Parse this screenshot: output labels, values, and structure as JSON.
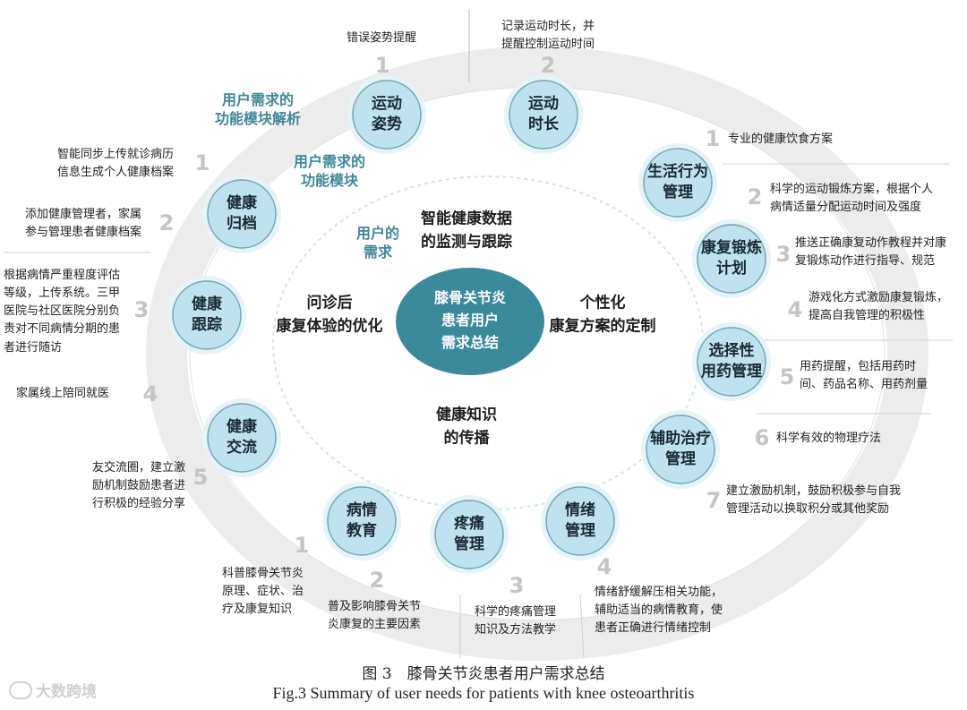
{
  "colors": {
    "ring_band": "#ececec",
    "module_fill": "#bfe3ee",
    "module_edge": "#6fa7b6",
    "center_fill": "#3b8a9b",
    "accent_text": "#3e8797",
    "number_gray": "#c4c4c4"
  },
  "ring_titles": {
    "outer": "用户需求的\n功能模块解析",
    "middle": "用户需求的\n功能模块",
    "inner": "用户的\n需求"
  },
  "center": "膝骨关节炎\n患者用户\n需求总结",
  "inner_needs": [
    "智能健康数据\n的监测与跟踪",
    "个性化\n康复方案的定制",
    "健康知识\n的传播",
    "问诊后\n康复体验的优化"
  ],
  "modules": [
    {
      "label": "运动\n姿势",
      "notes": [
        {
          "num": "1",
          "text": "错误姿势提醒"
        }
      ]
    },
    {
      "label": "运动\n时长",
      "notes": [
        {
          "num": "2",
          "text": "记录运动时长，并\n提醒控制运动时间"
        }
      ]
    },
    {
      "label": "生活行为\n管理",
      "notes": [
        {
          "num": "1",
          "text": "专业的健康饮食方案"
        },
        {
          "num": "2",
          "text": "科学的运动锻炼方案，根据个人\n病情适量分配运动时间及强度"
        }
      ]
    },
    {
      "label": "康复锻炼\n计划",
      "notes": [
        {
          "num": "3",
          "text": "推送正确康复动作教程并对康\n复锻炼动作进行指导、规范"
        },
        {
          "num": "4",
          "text": "游戏化方式激励康复锻炼，\n提高自我管理的积极性"
        }
      ]
    },
    {
      "label": "选择性\n用药管理",
      "notes": [
        {
          "num": "5",
          "text": "用药提醒，包括用药时\n间、药品名称、用药剂量"
        }
      ]
    },
    {
      "label": "辅助治疗\n管理",
      "notes": [
        {
          "num": "6",
          "text": "科学有效的物理疗法"
        },
        {
          "num": "7",
          "text": "建立激励机制，鼓励积极参与自我\n管理活动以换取积分或其他奖励"
        }
      ]
    },
    {
      "label": "情绪\n管理",
      "notes": [
        {
          "num": "4",
          "text": "情绪舒缓解压相关功能，\n辅助适当的病情教育，使\n患者正确进行情绪控制"
        }
      ]
    },
    {
      "label": "疼痛\n管理",
      "notes": [
        {
          "num": "3",
          "text": "科学的疼痛管理\n知识及方法教学"
        }
      ]
    },
    {
      "label": "病情\n教育",
      "notes": [
        {
          "num": "1",
          "text": "科普膝骨关节炎\n原理、症状、治\n疗及康复知识"
        },
        {
          "num": "2",
          "text": "普及影响膝骨关节\n炎康复的主要因素"
        }
      ]
    },
    {
      "label": "健康\n交流",
      "notes": [
        {
          "num": "4",
          "text": "家属线上陪同就医"
        },
        {
          "num": "5",
          "text": "友交流圈，建立激\n励机制鼓励患者进\n行积极的经验分享"
        }
      ]
    },
    {
      "label": "健康\n跟踪",
      "notes": [
        {
          "num": "3",
          "text": "根据病情严重程度评估\n等级，上传系统。三甲\n医院与社区医院分别负\n责对不同病情分期的患\n者进行随访"
        }
      ]
    },
    {
      "label": "健康\n归档",
      "notes": [
        {
          "num": "1",
          "text": "智能同步上传就诊病历\n信息生成个人健康档案"
        },
        {
          "num": "2",
          "text": "添加健康管理者，家属\n参与管理患者健康档案"
        }
      ]
    }
  ],
  "caption": {
    "cn": "图 3　膝骨关节炎患者用户需求总结",
    "en": "Fig.3 Summary of user needs for patients with knee osteoarthritis"
  },
  "watermark": "大数跨境"
}
